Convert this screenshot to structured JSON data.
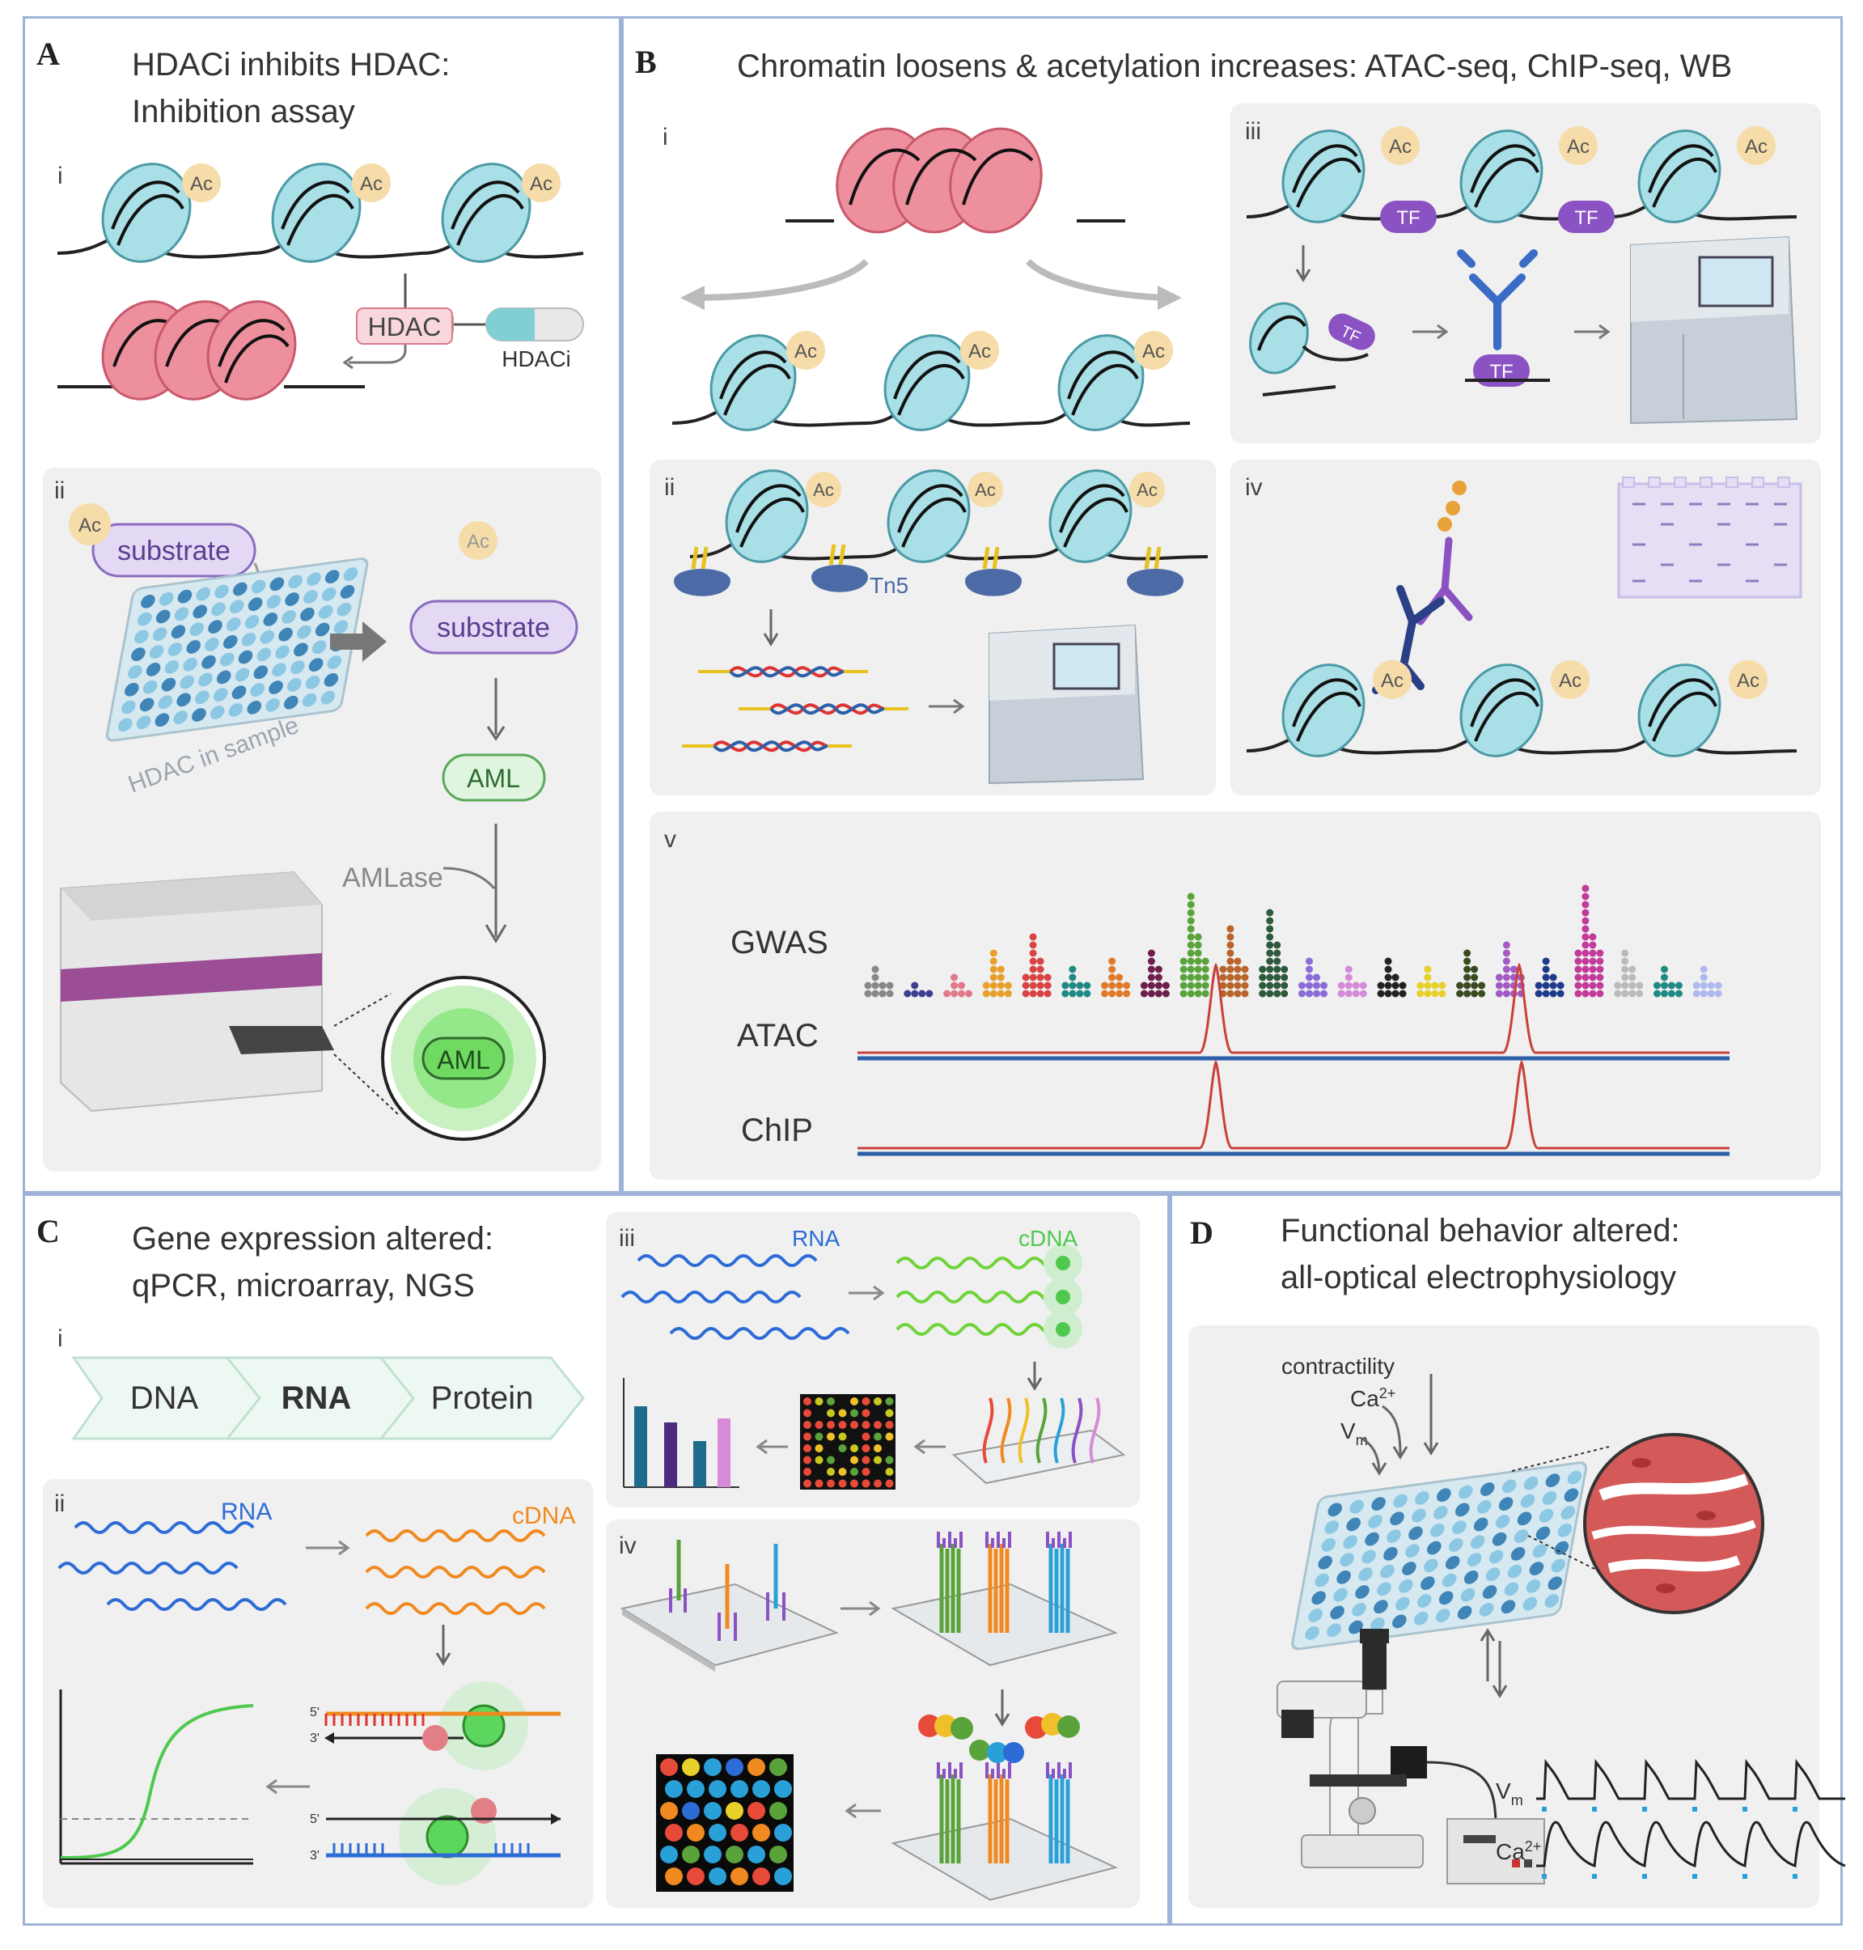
{
  "panelA": {
    "letter": "A",
    "title_line1": "HDACi inhibits HDAC:",
    "title_line2": "Inhibition assay",
    "sub_i": "i",
    "sub_ii": "ii",
    "ac": "Ac",
    "hdac": "HDAC",
    "hdaci": "HDACi",
    "substrate": "substrate",
    "plate_label": "HDAC in sample",
    "aml": "AML",
    "amlase": "AMLase"
  },
  "panelB": {
    "letter": "B",
    "title": "Chromatin loosens & acetylation increases: ATAC-seq, ChIP-seq, WB",
    "sub_i": "i",
    "sub_ii": "ii",
    "sub_iii": "iii",
    "sub_iv": "iv",
    "sub_v": "v",
    "tf": "TF",
    "tn5": "Tn5",
    "gwas": "GWAS",
    "atac": "ATAC",
    "chip": "ChIP"
  },
  "panelC": {
    "letter": "C",
    "title_line1": "Gene expression altered:",
    "title_line2": "qPCR, microarray, NGS",
    "sub_i": "i",
    "sub_ii": "ii",
    "sub_iii": "iii",
    "sub_iv": "iv",
    "dna": "DNA",
    "rna": "RNA",
    "protein": "Protein",
    "cdna": "cDNA",
    "five_prime": "5'",
    "three_prime": "3'"
  },
  "panelD": {
    "letter": "D",
    "title_line1": "Functional behavior altered:",
    "title_line2": "all-optical electrophysiology",
    "contractility": "contractility",
    "ca": "Ca",
    "ca_sup": "2+",
    "v": "V",
    "v_sub": "m"
  },
  "colors": {
    "border": "#9fb3d9",
    "nucleosome_open": "#a9dfe6",
    "nucleosome_closed": "#ee8f9e",
    "ac_badge": "#f5dca8",
    "tf_purple": "#8a52c2",
    "peak_red": "#c8413a",
    "baseline_blue": "#2d5fa8",
    "signal_green": "#5cd65c"
  }
}
